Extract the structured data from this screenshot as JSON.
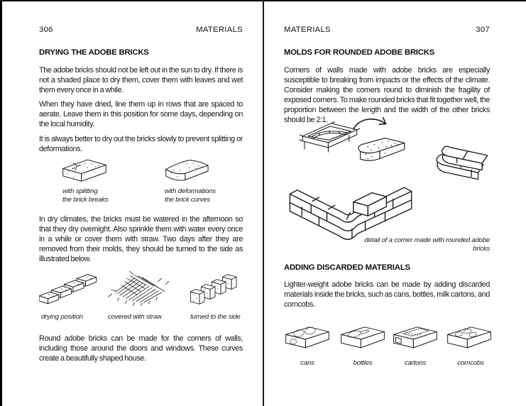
{
  "colors": {
    "paper": "#ffffff",
    "ink": "#1a1a1a"
  },
  "left_page": {
    "page_number": "306",
    "running_head": "MATERIALS",
    "heading": "DRYING THE ADOBE BRICKS",
    "para1": "The adobe bricks should not be left out in the sun to dry. If there is not a shaded place to dry them, cover them with leaves and wet them every once in a while.",
    "para2": "When they have dried, line them up in rows that are spaced to aerate. Leave them in this position for some days, depending on the local humidity.",
    "para3": "It is always better to dry out the bricks slowly to prevent splitting or deformations.",
    "fig_splitting_caption": "with splitting\nthe brick breaks",
    "fig_deformation_caption": "with deformations\nthe brick curves",
    "para4": "In dry climates, the bricks must be watered in the afternoon so that they dry overnight. Also sprinkle them with water every once in a while or cover them with straw. Two days after they are removed from their molds, they should be turned to the side as illustrated below.",
    "fig_drying_caption": "drying position",
    "fig_straw_caption": "covered with straw",
    "fig_turned_caption": "turned to the side",
    "para5": "Round adobe bricks can be made for the corners of walls, including those around the doors and windows. These curves create a beautifully shaped house."
  },
  "right_page": {
    "running_head": "MATERIALS",
    "page_number": "307",
    "molds_heading": "MOLDS FOR ROUNDED ADOBE BRICKS",
    "molds_para": "Corners of walls made with adobe bricks are especially susceptible to breaking from impacts or the effects of the climate. Consider making the corners round to diminish the fragility of exposed corners. To make rounded bricks that fit together well, the proportion between the length and the width of the other bricks should be 2:1.",
    "corner_caption": "detail of a corner made with rounded adobe bricks",
    "discarded_heading": "ADDING DISCARDED MATERIALS",
    "discarded_para": "Lighter-weight adobe bricks can be made by adding discarded materials inside the bricks, such as cans, bottles, milk cartons, and corncobs.",
    "fig_cans_caption": "cans",
    "fig_bottles_caption": "bottles",
    "fig_cartons_caption": "cartons",
    "fig_corncobs_caption": "corncobs"
  }
}
